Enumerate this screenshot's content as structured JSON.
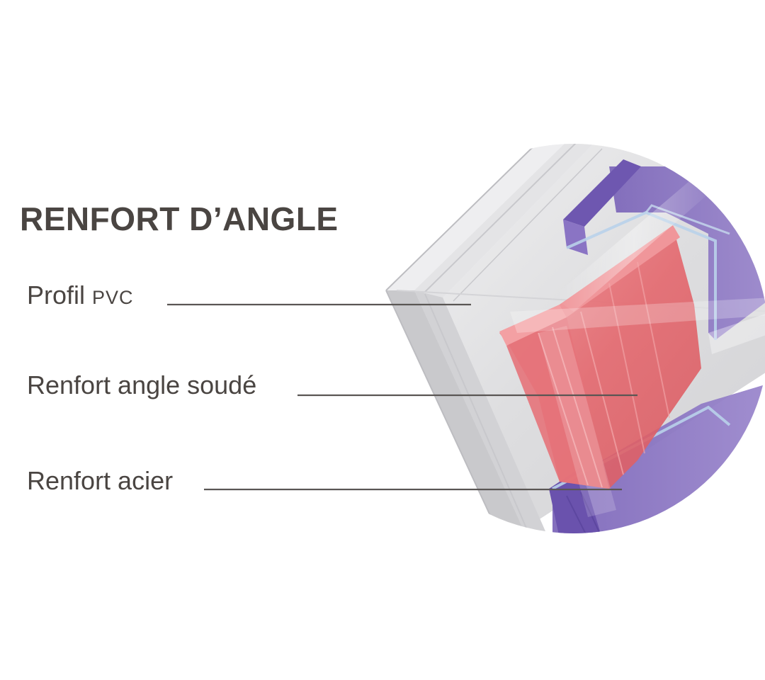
{
  "title": "RENFORT D’ANGLE",
  "labels": {
    "pvc_main": "Profil ",
    "pvc_suffix": "PVC",
    "weld": "Renfort angle soudé",
    "steel": "Renfort acier"
  },
  "colors": {
    "text": "#4a4542",
    "leader_line": "#5a5654",
    "pvc_profile": "#d9d9db",
    "weld_reinforcement": "#e2686e",
    "steel_reinforcement": "#8b76c2"
  },
  "icons": {
    "illustration": "corner-reinforcement-cutaway-illustration"
  }
}
